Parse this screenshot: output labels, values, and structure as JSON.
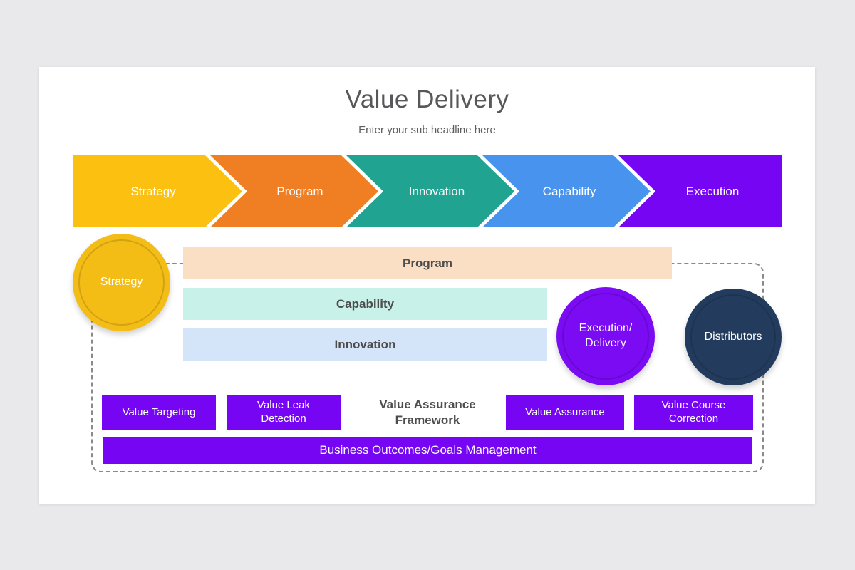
{
  "colors": {
    "page_background": "#e9e8ea",
    "slide_background": "#ffffff",
    "purple_accent": "#7505f2",
    "dashed_border": "#8a8a8a",
    "title_text": "#58585a",
    "bar_label_text": "#4d4d4d"
  },
  "header": {
    "title": "Value Delivery",
    "subtitle": "Enter your sub headline here"
  },
  "chevrons": [
    {
      "label": "Strategy",
      "color": "#fcc110"
    },
    {
      "label": "Program",
      "color": "#ef7f22"
    },
    {
      "label": "Innovation",
      "color": "#21a392"
    },
    {
      "label": "Capability",
      "color": "#4793ed"
    },
    {
      "label": "Execution",
      "color": "#7505f2"
    }
  ],
  "diagram": {
    "circles": [
      {
        "label": "Strategy",
        "color": "#f4bd16"
      },
      {
        "lines": [
          "Execution/",
          "Delivery"
        ],
        "color": "#7a0bf3"
      },
      {
        "label": "Distributors",
        "color": "#233c5e"
      }
    ],
    "bars": [
      {
        "label": "Program",
        "color": "#fbdfc5"
      },
      {
        "label": "Capability",
        "color": "#c8f2e9"
      },
      {
        "label": "Innovation",
        "color": "#d5e5f9"
      }
    ],
    "framework_label": "Value Assurance Framework",
    "boxes": [
      {
        "label": "Value Targeting"
      },
      {
        "label": "Value Leak Detection"
      },
      {
        "label": "Value Assurance"
      },
      {
        "label": "Value Course Correction"
      }
    ],
    "bottom_bar": "Business Outcomes/Goals Management"
  }
}
